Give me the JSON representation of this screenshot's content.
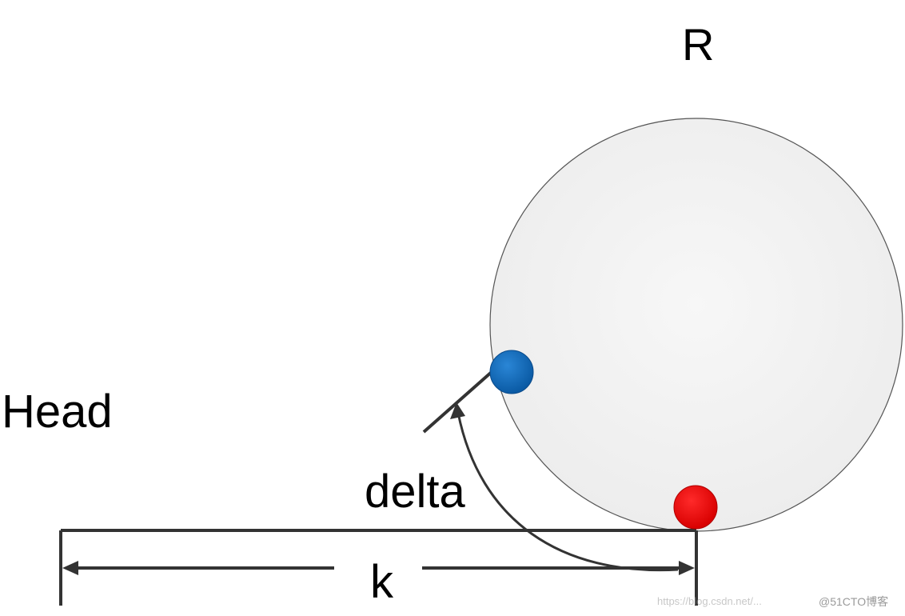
{
  "labels": {
    "r": "R",
    "head": "Head",
    "delta": "delta",
    "k": "k"
  },
  "watermark": {
    "url": "https://blog.csdn.net/...",
    "brand": "@51CTO博客"
  },
  "colors": {
    "circle_fill": "#f3f3f3",
    "circle_stroke": "#555555",
    "line": "#333333",
    "blue_dot": "#0a64b4",
    "red_dot": "#ee0000"
  }
}
